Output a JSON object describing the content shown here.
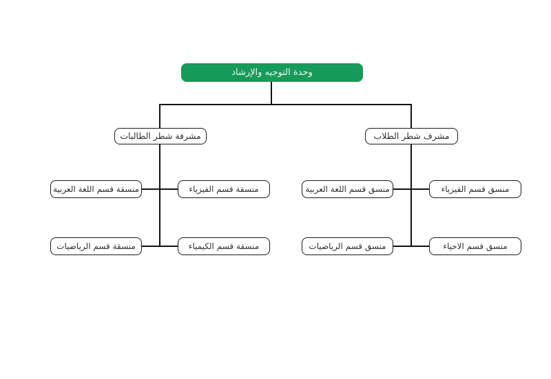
{
  "colors": {
    "background": "#ffffff",
    "root_bg": "#169b58",
    "root_text": "#f2f4f3",
    "node_bg": "#ffffff",
    "node_border": "#1a1a1a",
    "node_text": "#303030",
    "connector": "#111111"
  },
  "org_chart": {
    "type": "tree",
    "root": {
      "label": "وحدة التوجيه والإرشاد"
    },
    "branches": [
      {
        "supervisor": {
          "label": "مشرفة شطر الطالبات"
        },
        "departments": [
          {
            "label": "منسقة قسم اللغة العربية"
          },
          {
            "label": "منسقة قسم الفيزياء"
          },
          {
            "label": "منسقة قسم الرياضيات"
          },
          {
            "label": "منسقة قسم الكيمياء"
          }
        ]
      },
      {
        "supervisor": {
          "label": "مشرف شطر الطلاب"
        },
        "departments": [
          {
            "label": "منسق قسم اللغة العربية"
          },
          {
            "label": "منسق قسم الفيزياء"
          },
          {
            "label": "منسق قسم الرياضيات"
          },
          {
            "label": "منسق قسم الاحياء"
          }
        ]
      }
    ]
  }
}
